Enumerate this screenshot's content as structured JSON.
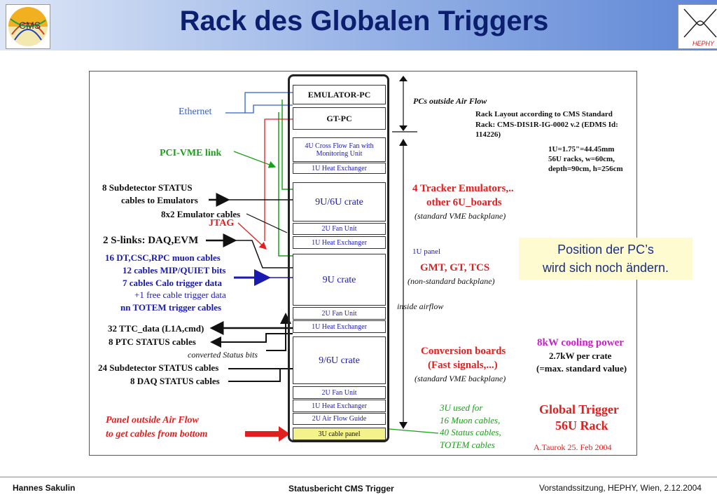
{
  "header": {
    "title": "Rack des Globalen Triggers",
    "logo_left_text": "CMS",
    "logo_right_text": "HEPHY"
  },
  "rack": {
    "emulator_pc": "EMULATOR-PC",
    "gt_pc": "GT-PC",
    "cross_fan": "4U Cross Flow Fan with Monitoring Unit",
    "heat_exchanger": "1U Heat Exchanger",
    "crate_1": "9U/6U crate",
    "fan_unit": "2U Fan Unit",
    "crate_2": "9U crate",
    "crate_3": "9/6U crate",
    "air_guide": "2U Air Flow Guide",
    "cable_panel": "3U cable panel"
  },
  "left_labels": {
    "ethernet": "Ethernet",
    "pci_vme": "PCI-VME link",
    "status_1": "8 Subdetector STATUS",
    "status_2": "cables to Emulators",
    "emu_cables": "8x2 Emulator cables",
    "jtag": "JTAG",
    "slinks": "2 S-links: DAQ,EVM",
    "muon": "16 DT,CSC,RPC muon cables",
    "mip": "12 cables MIP/QUIET bits",
    "calo": "7 cables Calo trigger data",
    "free": "+1 free cable trigger data",
    "totem": "nn TOTEM trigger cables",
    "ttc": "32 TTC_data (L1A,cmd)",
    "ptc": "8 PTC STATUS cables",
    "converted": "converted Status bits",
    "sub24": "24 Subdetector STATUS cables",
    "daq8": "8 DAQ STATUS cables",
    "panel_1": "Panel outside Air Flow",
    "panel_2": "to get cables from bottom"
  },
  "right_labels": {
    "pcs_outside": "PCs outside Air Flow",
    "std_1": "Rack Layout according to CMS Standard",
    "std_2": "Rack: CMS-DIS1R-IG-0002 v.2 (EDMS Id:",
    "std_3": "114226)",
    "u_1": "1U=1.75\"=44.45mm",
    "u_2": "56U racks, w=60cm,",
    "u_3": "depth=90cm, h=256cm",
    "tracker_1": "4 Tracker Emulators,..",
    "tracker_2": "other 6U_boards",
    "tracker_3": "(standard VME backplane)",
    "panel_1u": "1U panel",
    "gmt": "GMT, GT, TCS",
    "gmt_bp": "(non-standard backplane)",
    "inside": "inside airflow",
    "conv_1": "Conversion boards",
    "conv_2": "(Fast signals,...)",
    "conv_3": "(standard VME backplane)",
    "cool_1": "8kW cooling power",
    "cool_2": "2.7kW per crate",
    "cool_3": "(=max. standard value)",
    "u3_1": "3U used for",
    "u3_2": "16 Muon cables,",
    "u3_3": "40 Status cables,",
    "u3_4": "TOTEM cables",
    "gt_1": "Global Trigger",
    "gt_2": "56U Rack",
    "author": "A.Taurok 25. Feb 2004"
  },
  "note": {
    "line1": "Position der PC’s",
    "line2": "wird sich noch ändern."
  },
  "footer": {
    "left": "Hannes Sakulin",
    "center": "Statusbericht CMS Trigger",
    "right": "Vorstandssitzung, HEPHY, Wien, 2.12.2004"
  },
  "colors": {
    "title": "#0c1f6e",
    "red_label": "#e0201e",
    "green_label": "#18a018",
    "blue_label": "#1a1ab0",
    "magenta_label": "#c820c8"
  }
}
